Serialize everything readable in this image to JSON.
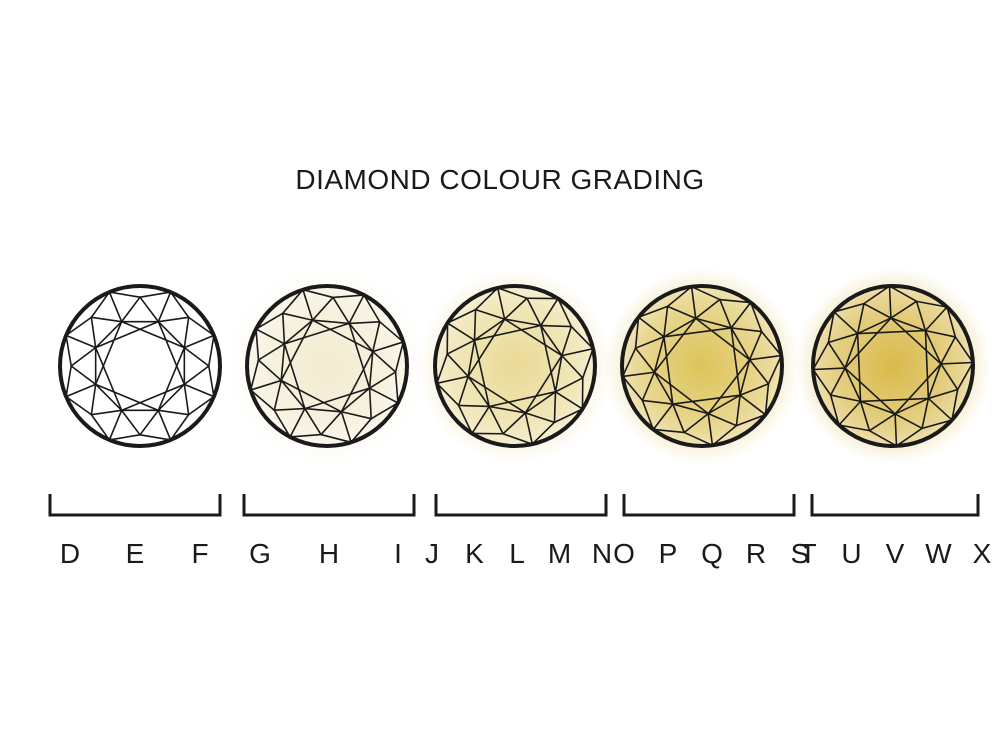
{
  "title": "DIAMOND COLOUR GRADING",
  "groups": [
    {
      "letters": [
        "D",
        "E",
        "F"
      ],
      "tint": "#ffffff",
      "tint_strength": 0.0
    },
    {
      "letters": [
        "G",
        "H",
        "I"
      ],
      "tint": "#e8d9a6",
      "tint_strength": 0.45
    },
    {
      "letters": [
        "J",
        "K",
        "L",
        "M",
        "N"
      ],
      "tint": "#e2cc6e",
      "tint_strength": 0.65
    },
    {
      "letters": [
        "O",
        "P",
        "Q",
        "R",
        "S"
      ],
      "tint": "#d9bc45",
      "tint_strength": 0.85
    },
    {
      "letters": [
        "T",
        "U",
        "V",
        "W",
        "X"
      ],
      "tint": "#d6b43c",
      "tint_strength": 0.9
    }
  ],
  "colors": {
    "outline": "#1a1a1a",
    "text": "#1a1a1a"
  }
}
